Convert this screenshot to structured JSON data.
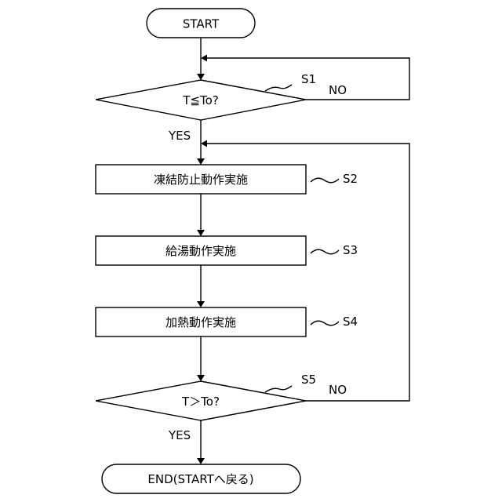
{
  "flowchart": {
    "start": "START",
    "end": "END(STARTへ戻る)",
    "steps": {
      "s1": {
        "label": "S1",
        "condition": "T≦To?",
        "no": "NO",
        "yes": "YES"
      },
      "s2": {
        "label": "S2",
        "text": "凍結防止動作実施"
      },
      "s3": {
        "label": "S3",
        "text": "給湯動作実施"
      },
      "s4": {
        "label": "S4",
        "text": "加熱動作実施"
      },
      "s5": {
        "label": "S5",
        "condition": "T＞To?",
        "no": "NO",
        "yes": "YES"
      }
    }
  }
}
